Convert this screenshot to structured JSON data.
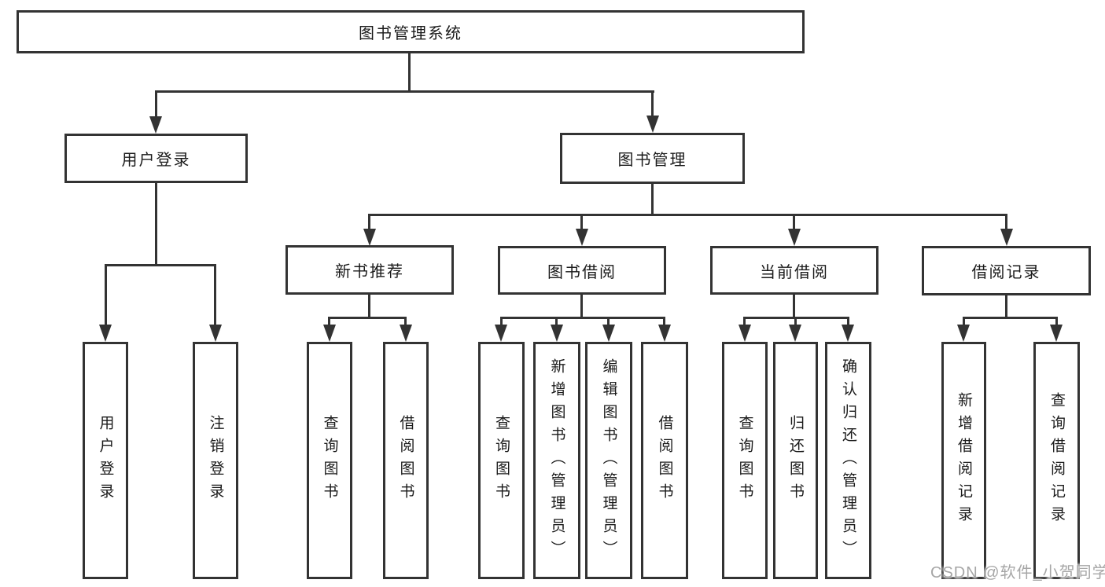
{
  "tree": {
    "label": "图书管理系统",
    "children": [
      {
        "label": "用户登录",
        "children": [
          {
            "label": "用户登录"
          },
          {
            "label": "注销登录"
          }
        ]
      },
      {
        "label": "图书管理",
        "children": [
          {
            "label": "新书推荐",
            "children": [
              {
                "label": "查询图书"
              },
              {
                "label": "借阅图书"
              }
            ]
          },
          {
            "label": "图书借阅",
            "children": [
              {
                "label": "查询图书"
              },
              {
                "label": "新增图书（管理员）"
              },
              {
                "label": "编辑图书（管理员）"
              },
              {
                "label": "借阅图书"
              }
            ]
          },
          {
            "label": "当前借阅",
            "children": [
              {
                "label": "查询图书"
              },
              {
                "label": "归还图书"
              },
              {
                "label": "确认归还（管理员）"
              }
            ]
          },
          {
            "label": "借阅记录",
            "children": [
              {
                "label": "新增借阅记录"
              },
              {
                "label": "查询借阅记录"
              }
            ]
          }
        ]
      }
    ]
  },
  "watermark": "CSDN @软件_小贺同学",
  "colors": {
    "line": "#333333",
    "text": "#1a1a1a",
    "watermark": "#a6a6a6",
    "background": "#ffffff"
  }
}
